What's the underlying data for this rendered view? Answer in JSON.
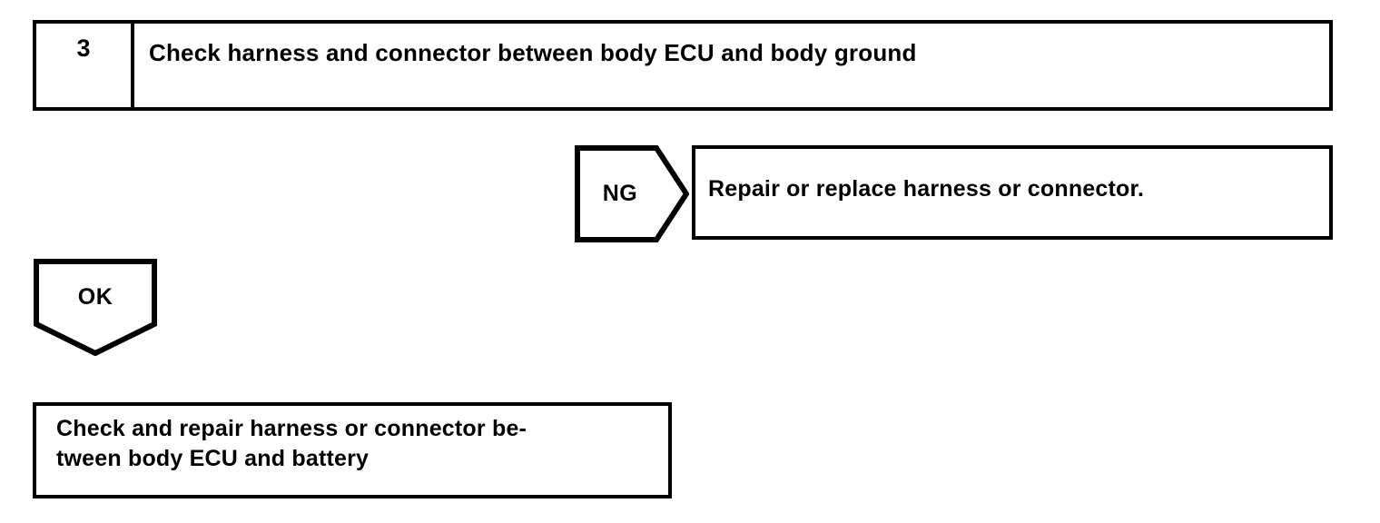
{
  "diagram": {
    "type": "troubleshooting-flowchart",
    "colors": {
      "stroke": "#000000",
      "fill": "#ffffff",
      "text": "#000000"
    },
    "step": {
      "number": "3",
      "title": "Check harness and connector between body ECU and body ground"
    },
    "branches": {
      "ng": {
        "label": "NG",
        "icon": "arrow-right-pentagon",
        "action": "Repair or replace harness or connector."
      },
      "ok": {
        "label": "OK",
        "icon": "arrow-down-pentagon"
      }
    },
    "result": {
      "line1": "Check and repair harness or connector be-",
      "line2": "tween body ECU and battery"
    }
  }
}
